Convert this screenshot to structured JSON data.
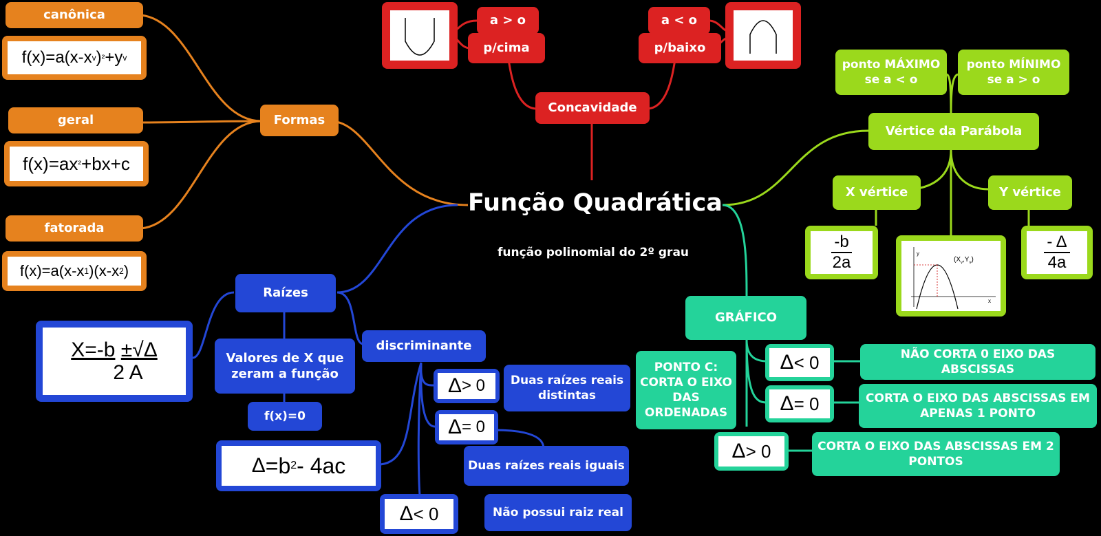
{
  "center": {
    "title": "Função Quadrática",
    "subtitle": "função polinomial do 2º grau"
  },
  "formas": {
    "label": "Formas",
    "canonica": {
      "label": "canônica",
      "formula_main": "f(x)=a(x-x",
      "formula_sub1": "v",
      "formula_sup": "²",
      "formula_tail": "+y",
      "formula_sub2": "v"
    },
    "geral": {
      "label": "geral",
      "formula_a": "f(x)=ax",
      "formula_sup": "²",
      "formula_b": "+bx+c"
    },
    "fatorada": {
      "label": "fatorada",
      "f1": "f(x)=a(x-x",
      "s1": "1",
      "f2": ")(x-x",
      "s2": "2",
      "f3": ")"
    }
  },
  "concavidade": {
    "label": "Concavidade",
    "pos": {
      "cond": "a > o",
      "dir": "p/cima"
    },
    "neg": {
      "cond": "a < o",
      "dir": "p/baixo"
    }
  },
  "vertice": {
    "label": "Vértice da Parábola",
    "max": "ponto MÁXIMO se a < o",
    "min": "ponto MÍNIMO se a > o",
    "xv": {
      "label": "X vértice",
      "num": "-b",
      "den": "2a"
    },
    "yv": {
      "label": "Y vértice",
      "num": "- Δ",
      "den": "4a"
    },
    "graph": {
      "y": "y",
      "x": "x",
      "point": "(X",
      "psub1": "v",
      "psep": ",Y",
      "psub2": "v",
      "pend": ")"
    }
  },
  "raizes": {
    "label": "Raízes",
    "bhaskara": {
      "lhs": "X=-b",
      "pm": "±√Δ",
      "den": "2 A"
    },
    "valores": "Valores de X que zeram a função",
    "fx0": "f(x)=0",
    "delta_formula": {
      "a": "Δ",
      "b": "=b",
      "sup": "2",
      "c": " - 4ac"
    },
    "discriminante": {
      "label": "discriminante",
      "gt": {
        "sym": "Δ",
        "rel": "> 0",
        "text": "Duas raízes reais distintas"
      },
      "eq": {
        "sym": "Δ",
        "rel": "= 0",
        "text": "Duas raízes reais iguais"
      },
      "lt": {
        "sym": "Δ",
        "rel": "< 0",
        "text": "Não possui raiz real"
      }
    }
  },
  "grafico": {
    "label": "GRÁFICO",
    "pontoc": "PONTO C: CORTA O EIXO DAS ORDENADAS",
    "lt": {
      "sym": "Δ",
      "rel": "< 0",
      "text": "NÃO CORTA 0 EIXO DAS ABSCISSAS"
    },
    "eq": {
      "sym": "Δ",
      "rel": "= 0",
      "text": "CORTA O EIXO DAS ABSCISSAS EM APENAS 1 PONTO"
    },
    "gt": {
      "sym": "Δ",
      "rel": "> 0",
      "text": "CORTA O EIXO DAS ABSCISSAS EM 2 PONTOS"
    }
  },
  "colors": {
    "orange": "#e6821e",
    "red": "#dc2222",
    "blue": "#2347d6",
    "lime": "#9bd91c",
    "teal": "#24d39a"
  }
}
